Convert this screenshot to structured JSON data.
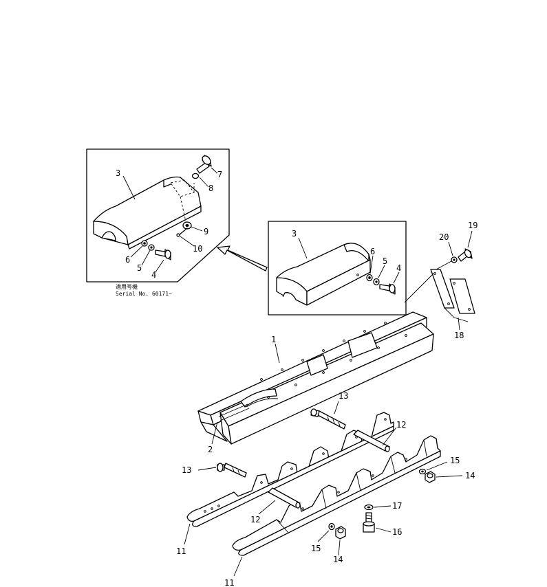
{
  "note": {
    "line1": "適用号機",
    "line2": "Serial No. 60171~"
  },
  "callouts": [
    {
      "id": "inset1-3",
      "text": "3"
    },
    {
      "id": "inset1-7",
      "text": "7"
    },
    {
      "id": "inset1-8",
      "text": "8"
    },
    {
      "id": "inset1-9",
      "text": "9"
    },
    {
      "id": "inset1-10",
      "text": "10"
    },
    {
      "id": "inset1-6",
      "text": "6"
    },
    {
      "id": "inset1-5",
      "text": "5"
    },
    {
      "id": "inset1-4",
      "text": "4"
    },
    {
      "id": "inset2-3",
      "text": "3"
    },
    {
      "id": "inset2-6",
      "text": "6"
    },
    {
      "id": "inset2-5",
      "text": "5"
    },
    {
      "id": "inset2-4",
      "text": "4"
    },
    {
      "id": "main-19",
      "text": "19"
    },
    {
      "id": "main-20",
      "text": "20"
    },
    {
      "id": "main-18",
      "text": "18"
    },
    {
      "id": "main-1",
      "text": "1"
    },
    {
      "id": "main-2",
      "text": "2"
    },
    {
      "id": "main-13a",
      "text": "13"
    },
    {
      "id": "main-12a",
      "text": "12"
    },
    {
      "id": "main-15a",
      "text": "15"
    },
    {
      "id": "main-14a",
      "text": "14"
    },
    {
      "id": "main-13b",
      "text": "13"
    },
    {
      "id": "main-17",
      "text": "17"
    },
    {
      "id": "main-12b",
      "text": "12"
    },
    {
      "id": "main-16",
      "text": "16"
    },
    {
      "id": "main-11a",
      "text": "11"
    },
    {
      "id": "main-15b",
      "text": "15"
    },
    {
      "id": "main-14b",
      "text": "14"
    },
    {
      "id": "main-11b",
      "text": "11"
    }
  ]
}
